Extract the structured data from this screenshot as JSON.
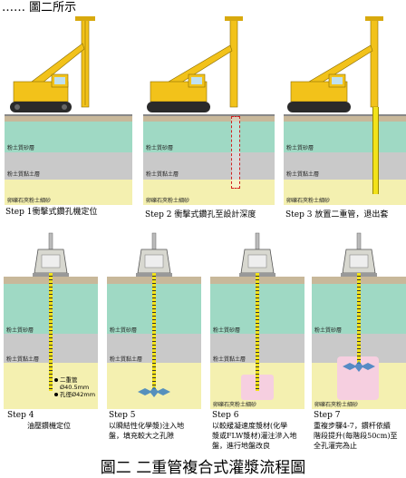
{
  "top_fragment": "…… 圖二所示",
  "layers": {
    "sandy_silt": "粉土質砂層",
    "clay_silt": "粉土質黏土層",
    "gravel": "卵礫石夾粉土細砂"
  },
  "steps": [
    {
      "caption": "Step 1衝擊式鑽孔機定位"
    },
    {
      "caption": "Step 2 衝擊式鑽孔至設計深度"
    },
    {
      "caption": "Step 3 放置二重管，退出套"
    },
    {
      "title": "Step 4",
      "caption": "油壓鑽機定位"
    },
    {
      "title": "Step 5",
      "caption_lines": [
        "以瞬結性化學漿)注入地",
        "盤，填充較大之孔隙"
      ]
    },
    {
      "title": "Step 6",
      "caption_lines": [
        "以較緩凝速度漿材(化學",
        "漿或FLW漿材)灌注滲入地",
        "盤，進行地盤改良"
      ]
    },
    {
      "title": "Step 7",
      "caption_lines": [
        "重複步驟4-7，鑽杆依續",
        "階段提升(每階段50cm)至",
        "全孔灌完為止"
      ]
    }
  ],
  "legend": {
    "pipe": "二重管",
    "pipe_dim": "Ø40.5mm",
    "hole_dim": "孔徑Ø42mm"
  },
  "figure_caption": "圖二 二重管複合式灌漿流程圖",
  "colors": {
    "sand": "#9fd9c4",
    "clay": "#c9c9c9",
    "gravel": "#f4f0b0",
    "rig_yellow": "#f2c21a",
    "grout_blue": "#3a7fc0",
    "improved_pink": "#f6cfe0"
  }
}
